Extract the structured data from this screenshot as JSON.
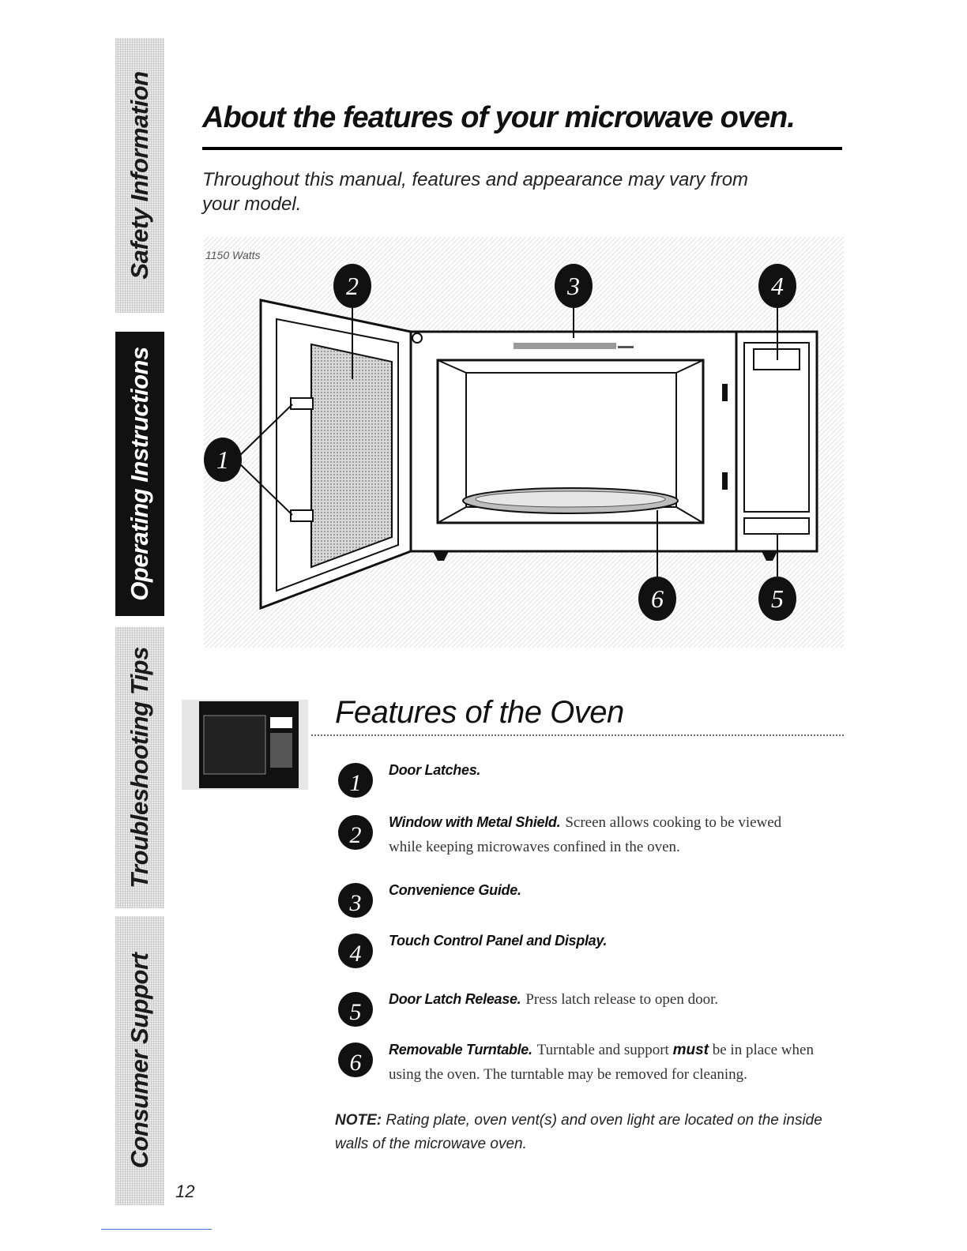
{
  "sidebar": {
    "tabs": [
      {
        "label": "Safety Information",
        "active": false
      },
      {
        "label": "Operating Instructions",
        "active": true
      },
      {
        "label": "Troubleshooting Tips",
        "active": false
      },
      {
        "label": "Consumer Support",
        "active": false
      }
    ]
  },
  "header": {
    "title": "About the features of your microwave oven.",
    "subtitle": "Throughout this manual, features and appearance may vary from your model."
  },
  "diagram": {
    "watts_label": "1150 Watts",
    "callouts": [
      "1",
      "2",
      "3",
      "4",
      "5",
      "6"
    ]
  },
  "features": {
    "section_title": "Features of the Oven",
    "items": [
      {
        "number": "1",
        "name": "Door Latches.",
        "description": ""
      },
      {
        "number": "2",
        "name": "Window with Metal Shield.",
        "description": "Screen allows cooking to be viewed while keeping microwaves confined in the oven."
      },
      {
        "number": "3",
        "name": "Convenience Guide.",
        "description": ""
      },
      {
        "number": "4",
        "name": "Touch Control Panel and Display.",
        "description": ""
      },
      {
        "number": "5",
        "name": "Door Latch Release.",
        "description": "Press latch release to open door."
      },
      {
        "number": "6",
        "name": "Removable Turntable.",
        "desc_before": "Turntable and support",
        "desc_emph": "must",
        "desc_after": "be in place when using the oven. The turntable may be removed for cleaning."
      }
    ]
  },
  "note": {
    "label": "NOTE:",
    "text": "Rating plate, oven vent(s) and oven light are located on the inside walls of the microwave oven."
  },
  "page_number": "12",
  "colors": {
    "accent": "#111111",
    "tab_inactive": "#e9e9e9",
    "tab_active": "#111111"
  }
}
